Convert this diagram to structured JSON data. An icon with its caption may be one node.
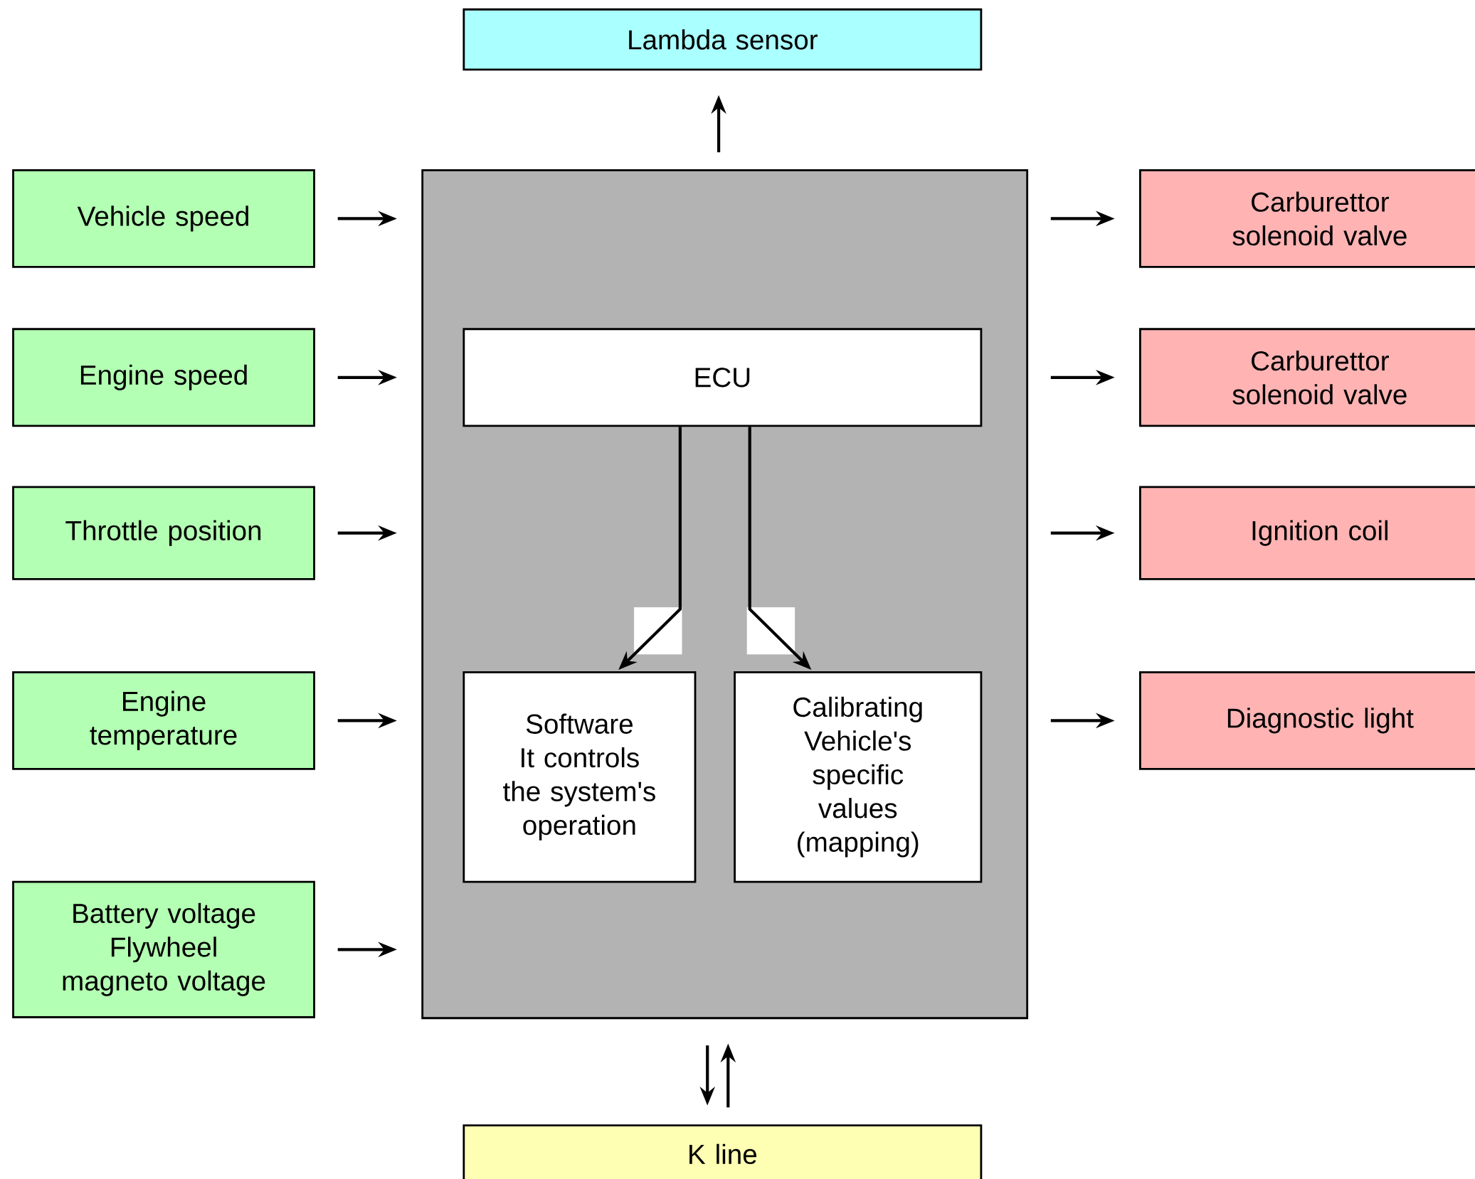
{
  "diagram": {
    "nodes": [
      {
        "text": [
          "Lambda sensor"
        ]
      },
      {
        "text": [
          "Vehicle speed"
        ]
      },
      {
        "text": [
          "Engine speed"
        ]
      },
      {
        "text": [
          "Throttle position"
        ]
      },
      {
        "text": [
          "Engine temperature"
        ]
      },
      {
        "text": [
          "Battery voltage",
          "Flywheel magneto voltage"
        ]
      },
      {
        "text": [],
        "shape": "box"
      },
      {
        "text": [
          "ECU"
        ],
        "in": 6
      },
      {
        "text": [
          "Software",
          "It controls the system's operation"
        ],
        "in": 6
      },
      {
        "text": [
          "Calibrating",
          "Vehicle's specific values (mapping)"
        ],
        "in": 6
      },
      {
        "text": [
          "Carburettor solenoid valve"
        ]
      },
      {
        "text": [
          "Carburettor solenoid valve"
        ]
      },
      {
        "text": [
          "Ignition coil"
        ]
      },
      {
        "text": [
          "Diagnostic light"
        ]
      },
      {
        "text": [
          "K line"
        ]
      }
    ],
    "edges": [
      {
        "from": 6,
        "to": 0,
        "arrow": "to"
      },
      {
        "from": 1,
        "to": 6,
        "arrow": "to"
      },
      {
        "from": 2,
        "to": 6,
        "arrow": "to"
      },
      {
        "from": 3,
        "to": 6,
        "arrow": "to"
      },
      {
        "from": 4,
        "to": 6,
        "arrow": "to"
      },
      {
        "from": 5,
        "to": 6,
        "arrow": "to"
      },
      {
        "from": 6,
        "to": 10,
        "arrow": "to"
      },
      {
        "from": 6,
        "to": 11,
        "arrow": "to"
      },
      {
        "from": 6,
        "to": 12,
        "arrow": "to"
      },
      {
        "from": 6,
        "to": 13,
        "arrow": "to"
      },
      {
        "from": 7,
        "to": 8,
        "arrow": "to"
      },
      {
        "from": 7,
        "to": 9,
        "arrow": "to"
      },
      {
        "from": 6,
        "to": 14,
        "arrow": "to"
      },
      {
        "from": 14,
        "to": 6,
        "arrow": "to"
      }
    ]
  }
}
